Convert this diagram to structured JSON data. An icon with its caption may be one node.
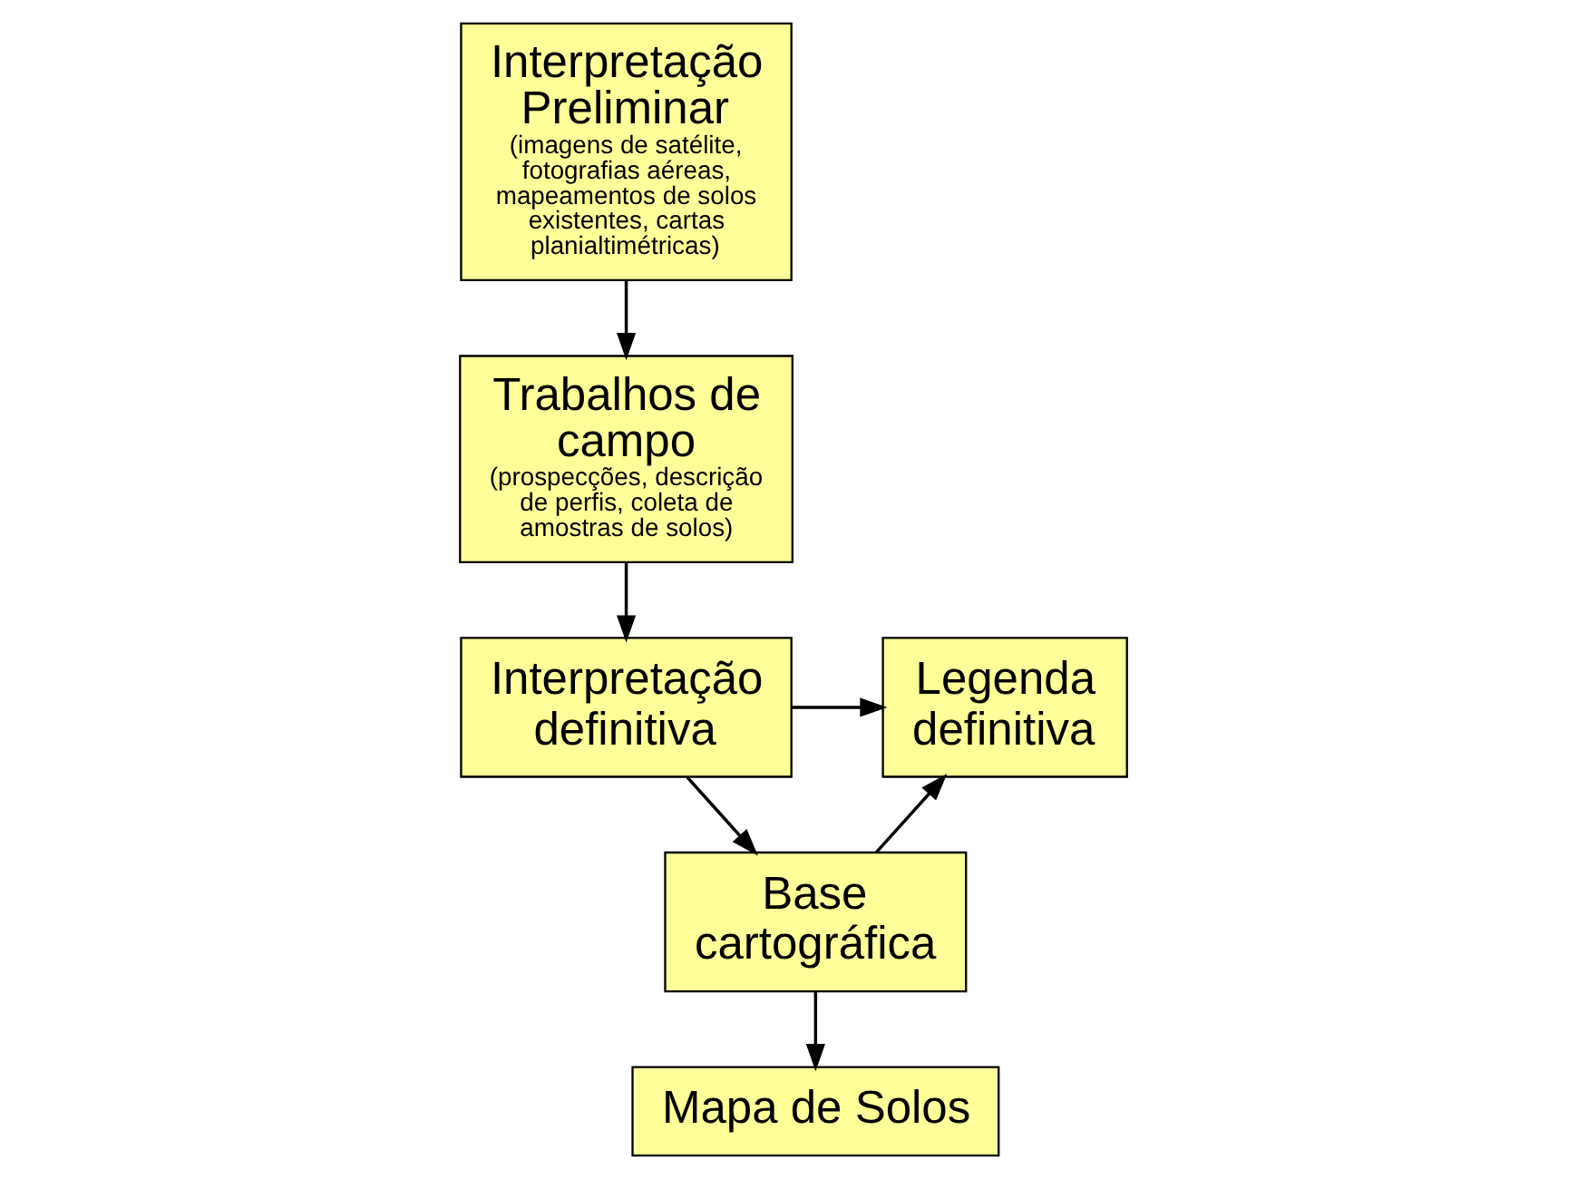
{
  "diagram": {
    "nodes": [
      {
        "text": [
          "Interpretação Preliminar",
          "(imagens de satélite, fotografias aéreas, mapeamentos de solos existentes, cartas planialtimétricas)"
        ]
      },
      {
        "text": [
          "Interpretação definitiva"
        ]
      },
      {
        "text": [
          "Legenda definitiva"
        ]
      },
      {
        "text": [
          "Trabalhos de campo",
          "(prospecções, descrição de perfis, coleta de amostras de solos)"
        ]
      },
      {
        "text": [
          "Base cartográfica"
        ]
      },
      {
        "text": [
          "Mapa de Solos"
        ]
      }
    ],
    "edges": [
      {
        "from": 0,
        "to": 3,
        "arrow": "to"
      },
      {
        "from": 3,
        "to": 1,
        "arrow": "to"
      },
      {
        "from": 1,
        "to": 2,
        "arrow": "to"
      },
      {
        "from": 1,
        "to": 4,
        "arrow": "to"
      },
      {
        "from": 4,
        "to": 2,
        "arrow": "to"
      },
      {
        "from": 4,
        "to": 5,
        "arrow": "to"
      }
    ]
  }
}
